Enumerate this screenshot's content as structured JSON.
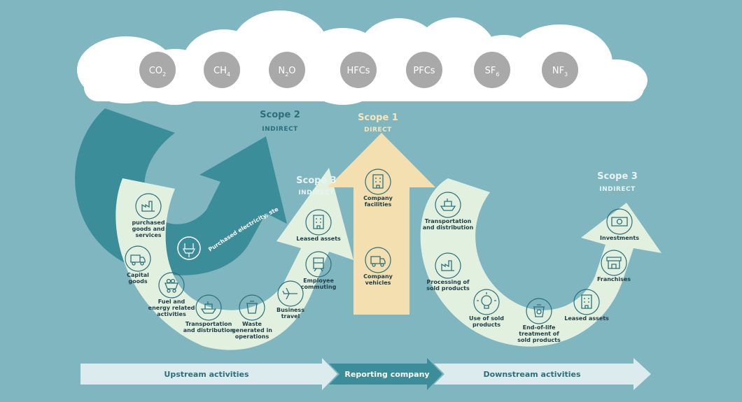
{
  "gases": [
    {
      "base": "CO",
      "sub": "2"
    },
    {
      "base": "CH",
      "sub": "4"
    },
    {
      "base": "N",
      "sub": "2",
      "tail": "O"
    },
    {
      "base": "HFCs",
      "sub": ""
    },
    {
      "base": "PFCs",
      "sub": ""
    },
    {
      "base": "SF",
      "sub": "6"
    },
    {
      "base": "NF",
      "sub": "3"
    }
  ],
  "scope2": {
    "title": "Scope 2",
    "subtitle": "INDIRECT",
    "arrow_text": "Purchased electricity, steam, heating & cooling for own use"
  },
  "scope1": {
    "title": "Scope 1",
    "subtitle": "DIRECT",
    "items": [
      {
        "label": [
          "Company",
          "facilities"
        ],
        "icon": "building-icon"
      },
      {
        "label": [
          "Company",
          "vehicles"
        ],
        "icon": "truck-icon"
      }
    ]
  },
  "scope3_up": {
    "title": "Scope 3",
    "subtitle": "INDIRECT",
    "items": [
      {
        "label": [
          "purchased",
          "goods and",
          "services"
        ],
        "icon": "factory-icon"
      },
      {
        "label": [
          "Capital",
          "goods"
        ],
        "icon": "truck-icon"
      },
      {
        "label": [
          "Fuel and",
          "energy related",
          "activities"
        ],
        "icon": "minecart-icon"
      },
      {
        "label": [
          "Transportation",
          "and distribution"
        ],
        "icon": "ship-icon"
      },
      {
        "label": [
          "Waste",
          "generated in",
          "operations"
        ],
        "icon": "waste-bin-icon"
      },
      {
        "label": [
          "Business",
          "travel"
        ],
        "icon": "airplane-icon"
      },
      {
        "label": [
          "Employee",
          "commuting"
        ],
        "icon": "train-icon"
      },
      {
        "label": [
          "Leased assets"
        ],
        "icon": "building-icon"
      }
    ]
  },
  "scope3_down": {
    "title": "Scope 3",
    "subtitle": "INDIRECT",
    "items": [
      {
        "label": [
          "Transportation",
          "and distribution"
        ],
        "icon": "ship-icon"
      },
      {
        "label": [
          "Processing of",
          "sold products"
        ],
        "icon": "factory-icon"
      },
      {
        "label": [
          "Use of sold",
          "products"
        ],
        "icon": "lightbulb-icon"
      },
      {
        "label": [
          "End-of-life",
          "treatment of",
          "sold products"
        ],
        "icon": "recycle-bin-icon"
      },
      {
        "label": [
          "Leased assets"
        ],
        "icon": "building-icon"
      },
      {
        "label": [
          "Franchises"
        ],
        "icon": "shop-icon"
      },
      {
        "label": [
          "Investments"
        ],
        "icon": "banknote-icon"
      }
    ]
  },
  "bottom_bar": {
    "upstream": "Upstream activities",
    "reporting": "Reporting company",
    "downstream": "Downstream activities"
  },
  "colors": {
    "background": "#7fb6c0",
    "cloud": "#ffffff",
    "gas_circle": "#a9a9a9",
    "scope2_arrow": "#3c8d9a",
    "scope2_title": "#2c6f7b",
    "scope1_arrow": "#f3dfb0",
    "scope1_title": "#f7e6bb",
    "scope3_arrow": "#e2f0e0",
    "scope3_title": "#e8f4f2",
    "icon_stroke": "#2c6f7b",
    "bar_light": "#dcecee",
    "bar_dark": "#3c8d9a",
    "label_text": "#1f3d45"
  }
}
